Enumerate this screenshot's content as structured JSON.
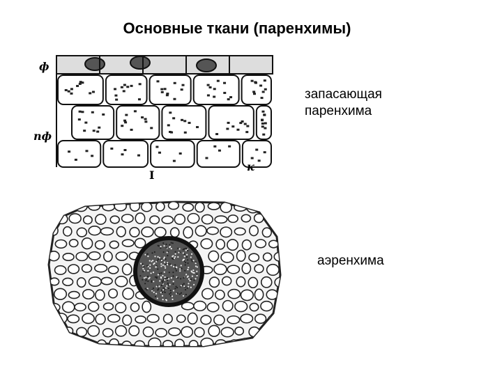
{
  "title": "Основные ткани (паренхимы)",
  "figures": [
    {
      "id": "storage",
      "caption": "запасающая\nпаренхима",
      "letters": {
        "top_left": "ф",
        "mid_left": "пф",
        "bottom_right": "к",
        "bottom_mark": "I"
      }
    },
    {
      "id": "aerenchyma",
      "caption": "аэренхима"
    }
  ]
}
